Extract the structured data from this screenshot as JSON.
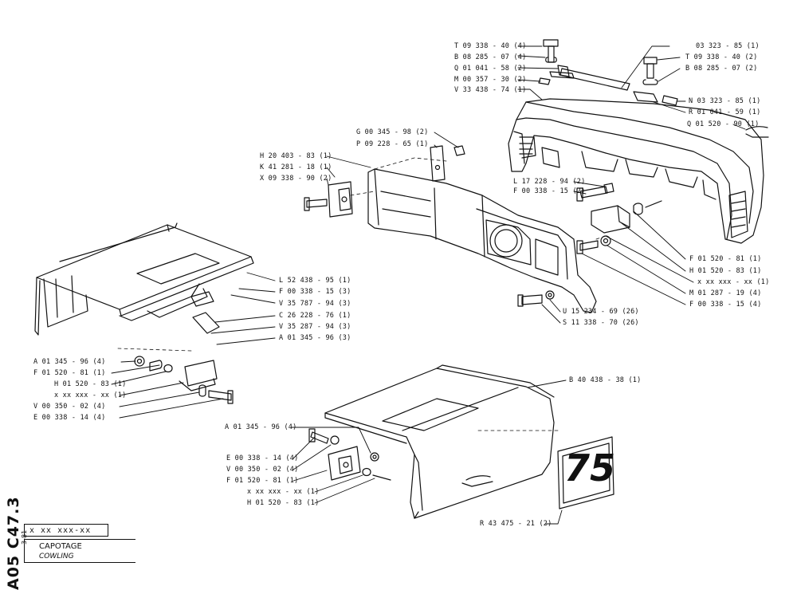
{
  "document": {
    "side_code": "A05 C47.3",
    "date_code": "3-81",
    "ref_box": "x xx xxx-xx",
    "title_fr": "CAPOTAGE",
    "title_en": "COWLING",
    "page_number": "75"
  },
  "labels": {
    "top_right": [
      "T 09 338 - 40 (4)",
      "B 08 285 - 07 (4)",
      "Q 01 041 - 58 (2)",
      "M 00 357 - 30 (2)",
      "V 33 438 - 74 (1)",
      "03 323 - 85 (1)",
      "T 09 338 - 40 (2)",
      "B 08 285 - 07 (2)",
      "N 03 323 - 85 (1)",
      "R 01 041 - 59 (1)",
      "Q 01 520 - 90 (1)"
    ],
    "center": [
      "G 00 345 - 98 (2)",
      "P 09 228 - 65 (1)",
      "H 20 403 - 83 (1)",
      "K 41 281 - 18 (1)",
      "X 09 338 - 90 (2)",
      "L 17 228 - 94 (2)",
      "F 00 338 - 15 (2)"
    ],
    "right_mid": [
      "F 01 520 - 81 (1)",
      "H 01 520 - 83 (1)",
      "x xx xxx - xx (1)",
      "M 01 287 - 19 (4)",
      "F 00 338 - 15 (4)",
      "U 15 234 - 69 (26)",
      "S 11 338 - 70 (26)"
    ],
    "left_mid": [
      "L 52 438 - 95 (1)",
      "F 00 338 - 15 (3)",
      "V 35 787 - 94 (3)",
      "C 26 228 - 76 (1)",
      "V 35 287 - 94 (3)",
      "A 01 345 - 96 (3)"
    ],
    "left_lower": [
      "A 01 345 - 96 (4)",
      "F 01 520 - 81 (1)",
      "H 01 520 - 83 (1)",
      "x xx xxx - xx (1)",
      "V 00 350 - 02 (4)",
      "E 00 338 - 14 (4)"
    ],
    "bottom": [
      "B 40 438 - 38 (1)",
      "A 01 345 - 96 (4)",
      "E 00 338 - 14 (4)",
      "V 00 350 - 02 (4)",
      "F 01 520 - 81 (1)",
      "x xx xxx - xx (1)",
      "H 01 520 - 83 (1)",
      "R 43 475 - 21 (2)"
    ]
  }
}
